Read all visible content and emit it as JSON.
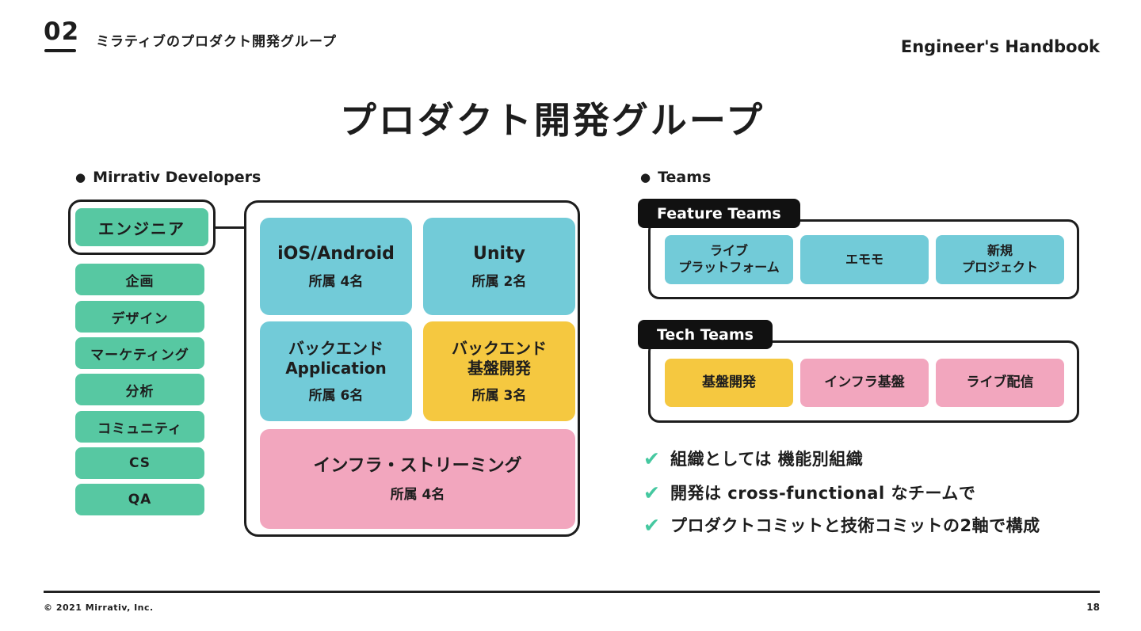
{
  "header": {
    "section_number": "02",
    "section_title": "ミラティブのプロダクト開発グループ",
    "handbook_label": "Engineer's Handbook"
  },
  "title": "プロダクト開発グループ",
  "developers": {
    "bullet": "●",
    "label": "Mirrativ Developers",
    "engineer_box": "エンジニア",
    "roles": [
      "企画",
      "デザイン",
      "マーケティング",
      "分析",
      "コミュニティ",
      "CS",
      "QA"
    ],
    "teams": [
      {
        "line1": "iOS/Android",
        "members": "所属 4名",
        "color": "teal"
      },
      {
        "line1": "Unity",
        "members": "所属 2名",
        "color": "teal"
      },
      {
        "line1": "バックエンド",
        "line2": "Application",
        "members": "所属 6名",
        "color": "teal"
      },
      {
        "line1": "バックエンド",
        "line2": "基盤開発",
        "members": "所属 3名",
        "color": "yellow"
      },
      {
        "line1": "インフラ・ストリーミング",
        "members": "所属 4名",
        "color": "pink"
      }
    ]
  },
  "teams_section": {
    "bullet": "●",
    "label": "Teams",
    "feature": {
      "tag": "Feature Teams",
      "cards": [
        {
          "line1": "ライブ",
          "line2": "プラットフォーム",
          "color": "teal"
        },
        {
          "line1": "エモモ",
          "color": "teal"
        },
        {
          "line1": "新規",
          "line2": "プロジェクト",
          "color": "teal"
        }
      ]
    },
    "tech": {
      "tag": "Tech Teams",
      "cards": [
        {
          "line1": "基盤開発",
          "color": "yellow"
        },
        {
          "line1": "インフラ基盤",
          "color": "pink"
        },
        {
          "line1": "ライブ配信",
          "color": "pink"
        }
      ]
    },
    "check_icon": "✔",
    "notes": [
      "組織としては 機能別組織",
      "開発は cross-functional なチームで",
      "プロダクトコミットと技術コミットの2軸で構成"
    ]
  },
  "footer": {
    "copyright": "© 2021 Mirrativ, Inc.",
    "page_number": "18"
  },
  "colors": {
    "green": "#57c8a2",
    "teal": "#72cbd8",
    "yellow": "#f5c840",
    "pink": "#f2a6be",
    "check": "#45c8a0",
    "black": "#111111"
  }
}
